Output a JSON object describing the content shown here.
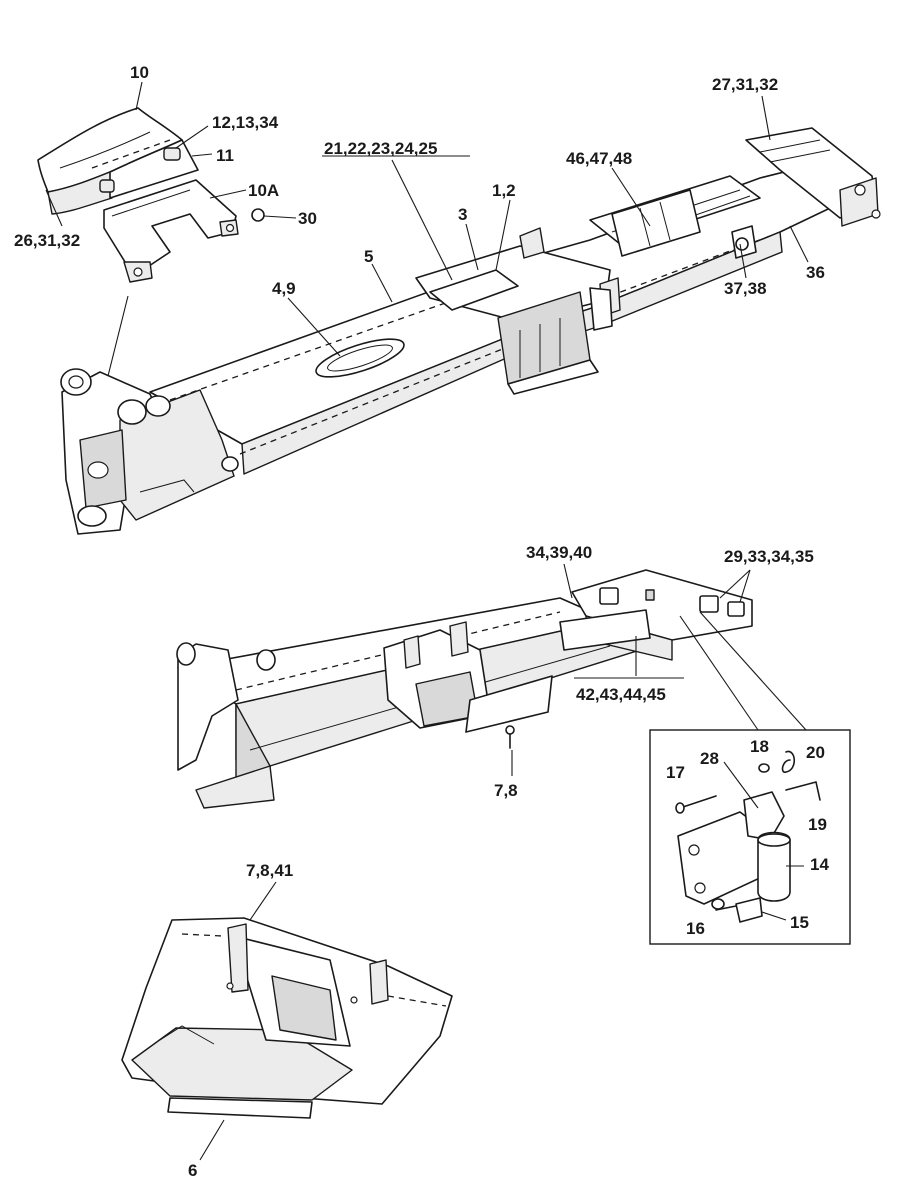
{
  "labels": {
    "l_10": "10",
    "l_12_13_34": "12,13,34",
    "l_11": "11",
    "l_10A": "10A",
    "l_30": "30",
    "l_26_31_32": "26,31,32",
    "l_21_25": "21,22,23,24,25",
    "l_3": "3",
    "l_1_2": "1,2",
    "l_46_47_48": "46,47,48",
    "l_27_31_32": "27,31,32",
    "l_5": "5",
    "l_4_9": "4,9",
    "l_36": "36",
    "l_37_38": "37,38",
    "l_34_39_40": "34,39,40",
    "l_29_33_34_35": "29,33,34,35",
    "l_42_45": "42,43,44,45",
    "l_7_8": "7,8",
    "l_18": "18",
    "l_20": "20",
    "l_28": "28",
    "l_17": "17",
    "l_19": "19",
    "l_14": "14",
    "l_16": "16",
    "l_15": "15",
    "l_7_8_41": "7,8,41",
    "l_6": "6"
  }
}
